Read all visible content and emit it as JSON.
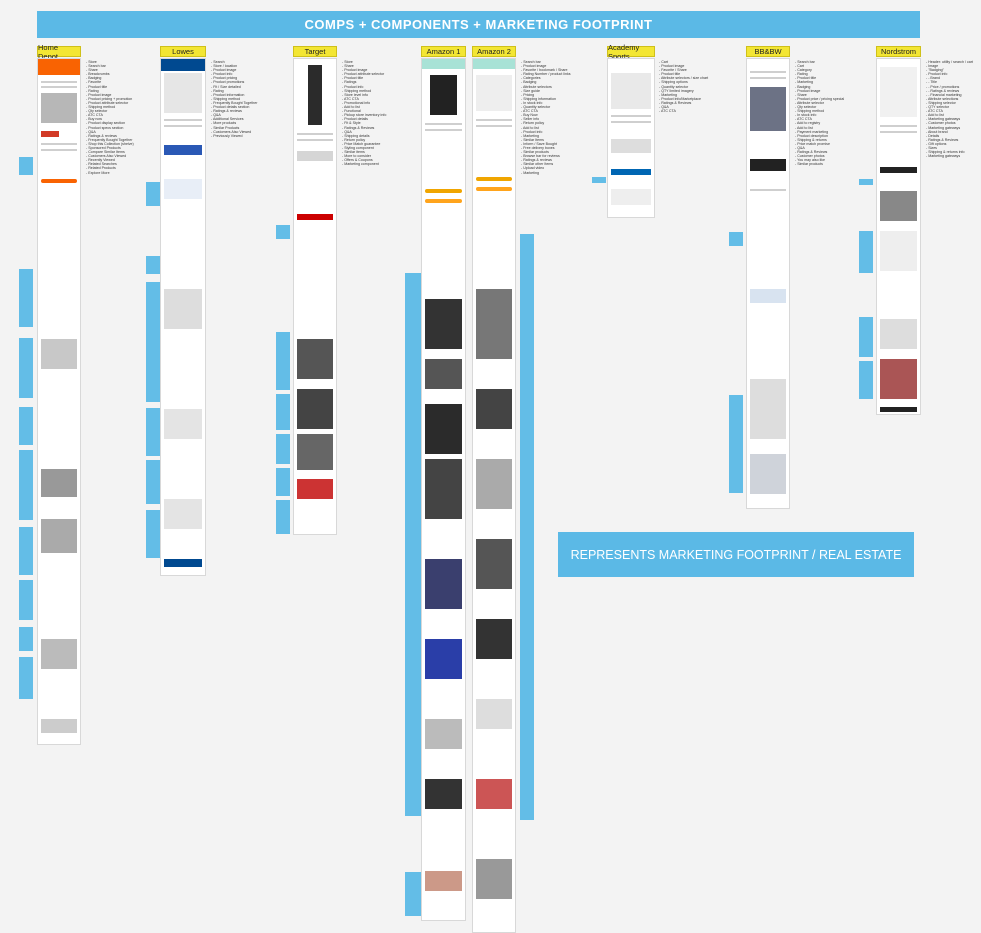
{
  "title": "COMPS + COMPONENTS + MARKETING FOOTPRINT",
  "legend": "REPRESENTS MARKETING FOOTPRINT / REAL ESTATE",
  "columns": [
    {
      "label": "Home Depot",
      "notes": [
        "Store",
        "Search bar",
        "Share",
        "Breadcrumbs",
        "Badging",
        "Favorite",
        "Product title",
        "Rating",
        "Product image",
        "Product pricing + promotion",
        "Product attribute selector",
        "Shipping method",
        "Qty selector",
        "ATC CTA",
        "Buy now",
        "Product display section",
        "Product specs section",
        "Q&A",
        "Ratings & reviews",
        "Frequently Bought Together",
        "Shop this Collection (shelve)",
        "Sponsored Products",
        "Compare Similar Items",
        "Customers Also Viewed",
        "Recently Viewed",
        "Related Searches",
        "Related Products",
        "Explore More"
      ]
    },
    {
      "label": "Lowes",
      "notes": [
        "Search",
        "Store / location",
        "Product image",
        "Product info",
        "Product pricing",
        "Product promotions",
        "Fit / Size detailed",
        "Rating",
        "Product information",
        "Shipping method",
        "Frequently Bought Together",
        "Product details section",
        "Ratings & reviews",
        "Q&A",
        "Additional Services",
        "More products",
        "Similar Products",
        "Customers Also Viewed",
        "Previously Viewed"
      ]
    },
    {
      "label": "Target",
      "notes": [
        "Store",
        "Share",
        "Product image",
        "Product attribute selector",
        "Product title",
        "Ratings",
        "Product info",
        "Shipping method",
        "Store level info",
        "ATC CTA",
        "Promotional info",
        "Add to list",
        "Functional",
        "Pickup store inventory info",
        "Product details",
        "Fit & Style",
        "Ratings & Reviews",
        "Q&A",
        "Shipping details",
        "Return policy",
        "Price Match guarantee",
        "Styling component",
        "Similar items",
        "More to consider",
        "Offers & Coupons",
        "Marketing component"
      ]
    },
    {
      "label": "Amazon 1",
      "notes": []
    },
    {
      "label": "Amazon 2",
      "notes": [
        "Search bar",
        "Product image",
        "Favorite / bookmark / Share",
        "Rating Number / product links",
        "Categories",
        "Badging",
        "Attribute selectors",
        "Size guide",
        "Pricing",
        "Shipping information",
        "In stock info",
        "Quantity selector",
        "ATC CTA",
        "Buy Now",
        "Seller info",
        "Return policy",
        "Add to list",
        "Product info",
        "Marketing",
        "Similar Items",
        "Inform / Save Bought",
        "Free delivery boxes",
        "Similar products",
        "Browse bar for reviews",
        "Ratings & reviews",
        "Similar other Items",
        "Upload video",
        "Marketing"
      ]
    },
    {
      "label": "Academy Sports",
      "notes": [
        "Cart",
        "Product image",
        "Favorite / Share",
        "Product title",
        "Attribute selectors / size chart",
        "Shipping options",
        "Quantity selector",
        "QTY limited imagery",
        "Marketing",
        "Product info/Marketplace",
        "Ratings & Reviews",
        "Q&A",
        "ATC CTA"
      ]
    },
    {
      "label": "BB&BW",
      "notes": [
        "Search bar",
        "Cart",
        "Category",
        "Rating",
        "Product title",
        "Marketing",
        "Badging",
        "Product image",
        "Share",
        "Product price / pricing special",
        "Attribute selector",
        "Qty selector",
        "Shipping method",
        "In stock info",
        "ATC CTA",
        "Add to registry",
        "Add to list",
        "Payment marketing",
        "Product description",
        "Shipping & returns",
        "Price match promise",
        "Q&A",
        "Ratings & Reviews",
        "Customer photos",
        "You may also like",
        "Similar products"
      ]
    },
    {
      "label": "Nordstrom",
      "notes": [
        "Header: utility / search / cart",
        "Image",
        "\"Badging\"",
        "Product info",
        "- Brand",
        "- Title",
        "- Price / promotions",
        "- Ratings & reviews",
        "- Financial marketing",
        "Attribute selections",
        "Shipping selector",
        "QTY selector",
        "ATC CTA",
        "Add to list",
        "Marketing gateways",
        "Customer photos",
        "Marketing gateways",
        "About brand",
        "Details",
        "Ratings & Reviews",
        "Gift options",
        "Sizes",
        "Shipping & returns info",
        "Marketing gateways"
      ]
    }
  ],
  "colors": {
    "banner": "#5bb9e6",
    "tag": "#f3e633",
    "background": "#f3f3f3"
  }
}
